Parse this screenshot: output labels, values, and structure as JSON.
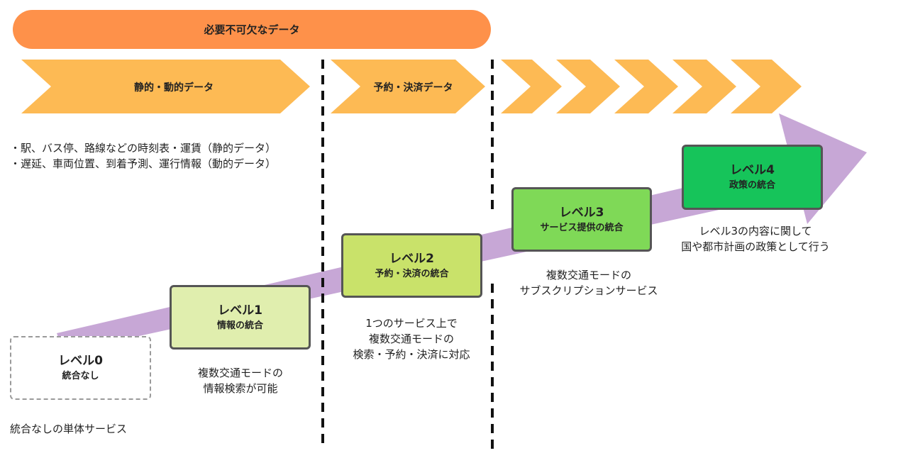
{
  "header": {
    "essential_label": "必要不可欠なデータ"
  },
  "chevrons": {
    "static_dynamic_label": "静的・動的データ",
    "booking_payment_label": "予約・決済データ"
  },
  "data_notes": [
    "・駅、バス停、路線などの時刻表・運賃（静的データ）",
    "・遅延、車両位置、到着予測、運行情報（動的データ）"
  ],
  "levels": [
    {
      "title": "レベル0",
      "subtitle": "統合なし",
      "description": [
        "統合なしの単体サービス"
      ],
      "color": "#ffffff"
    },
    {
      "title": "レベル1",
      "subtitle": "情報の統合",
      "description": [
        "複数交通モードの",
        "情報検索が可能"
      ],
      "color": "#e0eeae"
    },
    {
      "title": "レベル2",
      "subtitle": "予約・決済の統合",
      "description": [
        "1つのサービス上で",
        "複数交通モードの",
        "検索・予約・決済に対応"
      ],
      "color": "#c9e26a"
    },
    {
      "title": "レベル3",
      "subtitle": "サービス提供の統合",
      "description": [
        "複数交通モードの",
        "サブスクリプションサービス"
      ],
      "color": "#7fd957"
    },
    {
      "title": "レベル4",
      "subtitle": "政策の統合",
      "description": [
        "レベル3の内容に関して",
        "国や都市計画の政策として行う"
      ],
      "color": "#16c45a"
    }
  ],
  "colors": {
    "pill": "#fe914a",
    "chevron": "#fdba54",
    "arrow": "#c7a7d6",
    "divider": "#111111",
    "box_border": "#555555"
  }
}
